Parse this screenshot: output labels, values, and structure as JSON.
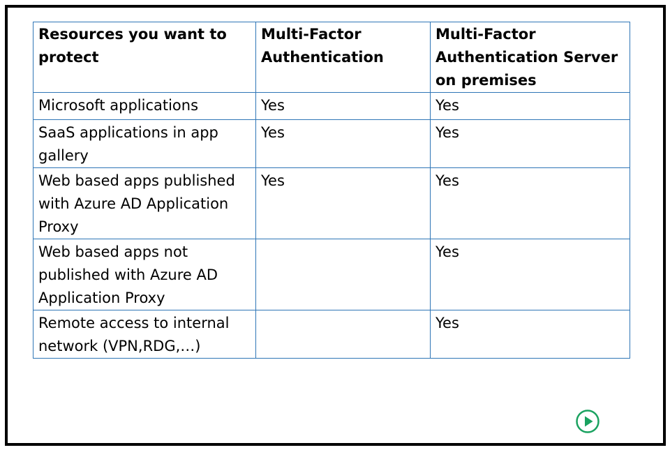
{
  "table": {
    "headers": [
      "Resources you want to protect",
      "Multi-Factor Authentication",
      "Multi-Factor Authentication Server on premises"
    ],
    "rows": [
      [
        "Microsoft applications",
        "Yes",
        "Yes"
      ],
      [
        "SaaS applications in app gallery",
        "Yes",
        "Yes"
      ],
      [
        "Web based apps published with Azure AD Application Proxy",
        "Yes",
        "Yes"
      ],
      [
        "Web based apps not published with Azure AD Application Proxy",
        "",
        "Yes"
      ],
      [
        "Remote access to internal network (VPN,RDG,…)",
        "",
        "Yes"
      ]
    ]
  },
  "colors": {
    "table_border": "#2e75b6",
    "frame_border": "#000000",
    "play_button": "#1aa260"
  },
  "icons": {
    "play": "play-circle-icon"
  }
}
